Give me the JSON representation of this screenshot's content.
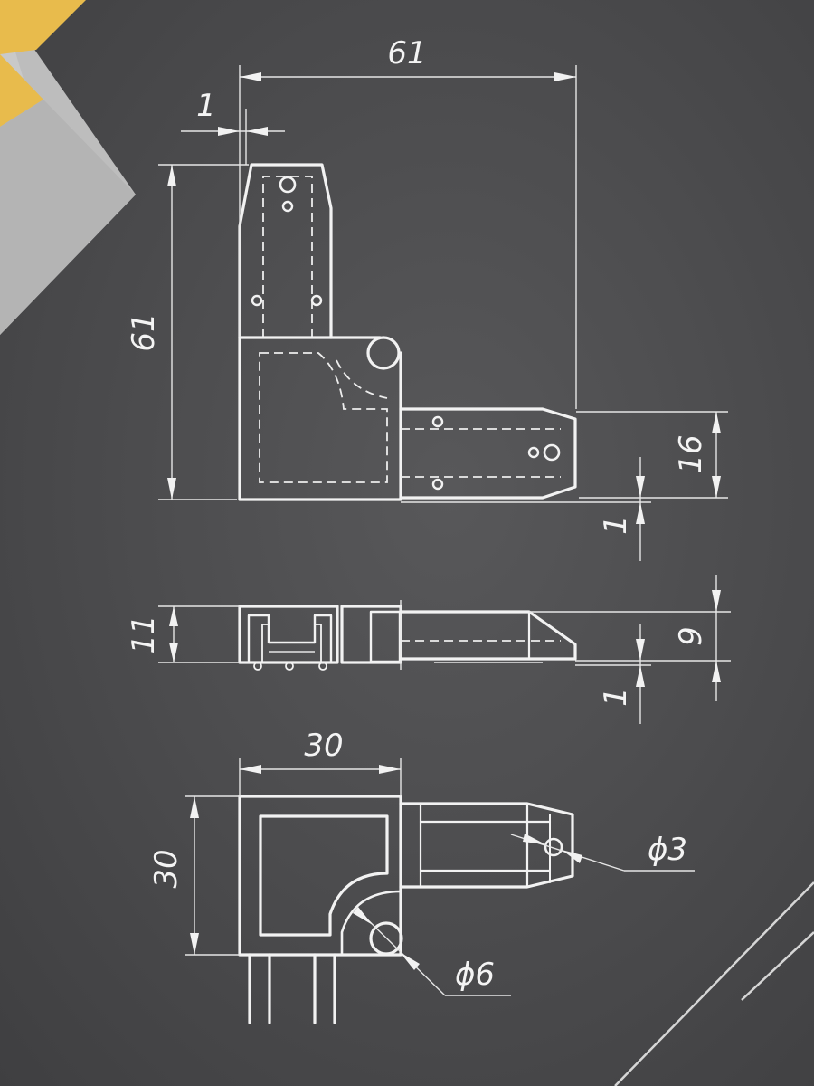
{
  "drawing": {
    "top_view": {
      "width_label": "61",
      "height_label": "61",
      "offset_top_label": "1",
      "arm_height_label": "16",
      "gap_label": "1"
    },
    "side_view": {
      "height_left_label": "11",
      "height_right_label": "9",
      "gap_label": "1"
    },
    "bottom_view": {
      "width_label": "30",
      "height_label": "30",
      "hole_small_label": "ϕ3",
      "hole_large_label": "ϕ6"
    }
  },
  "colors": {
    "background": "#4a4a4c",
    "line": "#f2f2f2",
    "paper_yellow": "#e6b84a",
    "paper_gray": "#b9b9b9"
  }
}
